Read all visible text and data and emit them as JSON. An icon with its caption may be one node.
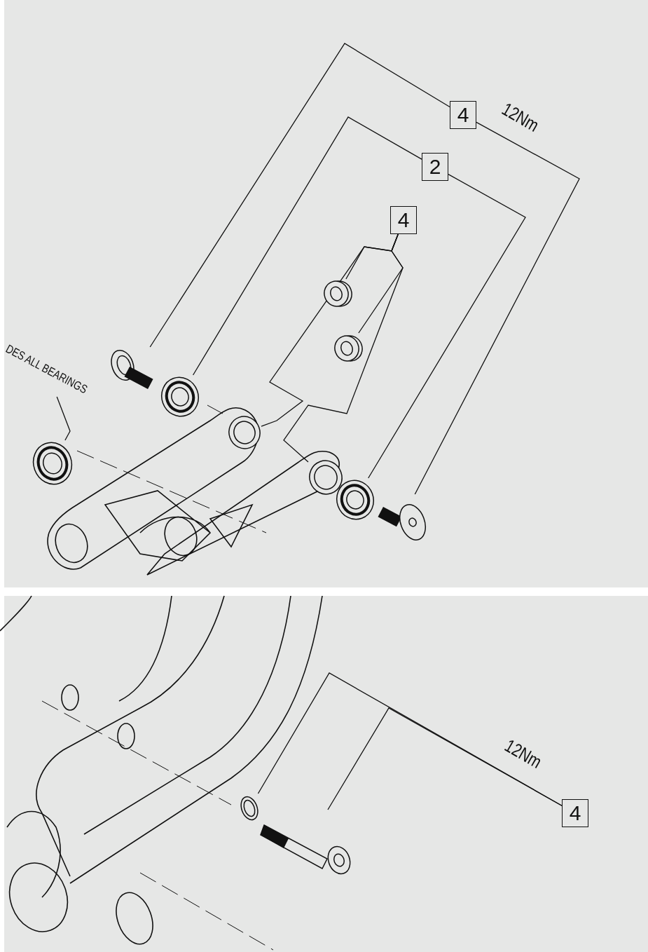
{
  "diagram": {
    "nodes": [
      {
        "text": [
          "4"
        ],
        "beside": [
          "12Nm"
        ]
      },
      {
        "text": [],
        "shape": "picture"
      },
      {
        "text": [],
        "shape": "picture"
      },
      {
        "text": [
          "2"
        ]
      },
      {
        "text": [],
        "shape": "picture"
      },
      {
        "text": [],
        "shape": "picture"
      },
      {
        "text": [
          "4"
        ]
      },
      {
        "text": [],
        "shape": "picture"
      },
      {
        "text": [],
        "shape": "picture"
      },
      {
        "text": [],
        "shape": "picture"
      },
      {
        "text": [],
        "shape": "picture"
      },
      {
        "text": [
          "DES ALL BEARINGS"
        ]
      },
      {
        "text": [],
        "shape": "picture"
      },
      {
        "text": [
          "4"
        ],
        "beside": [
          "12Nm"
        ]
      },
      {
        "text": [],
        "shape": "picture"
      },
      {
        "text": [],
        "shape": "picture"
      }
    ],
    "edges": [
      {
        "from": 0,
        "to": 1,
        "arrow": "none"
      },
      {
        "from": 0,
        "to": 2,
        "arrow": "none"
      },
      {
        "from": 3,
        "to": 4,
        "arrow": "none"
      },
      {
        "from": 3,
        "to": 5,
        "arrow": "none"
      },
      {
        "from": 6,
        "to": 7,
        "arrow": "none"
      },
      {
        "from": 6,
        "to": 8,
        "arrow": "none"
      },
      {
        "from": 6,
        "to": 9,
        "arrow": "none"
      },
      {
        "from": 6,
        "to": 10,
        "arrow": "none"
      },
      {
        "from": 11,
        "to": 12,
        "arrow": "none"
      },
      {
        "from": 13,
        "to": 14,
        "arrow": "none"
      },
      {
        "from": 13,
        "to": 15,
        "arrow": "none"
      }
    ]
  }
}
